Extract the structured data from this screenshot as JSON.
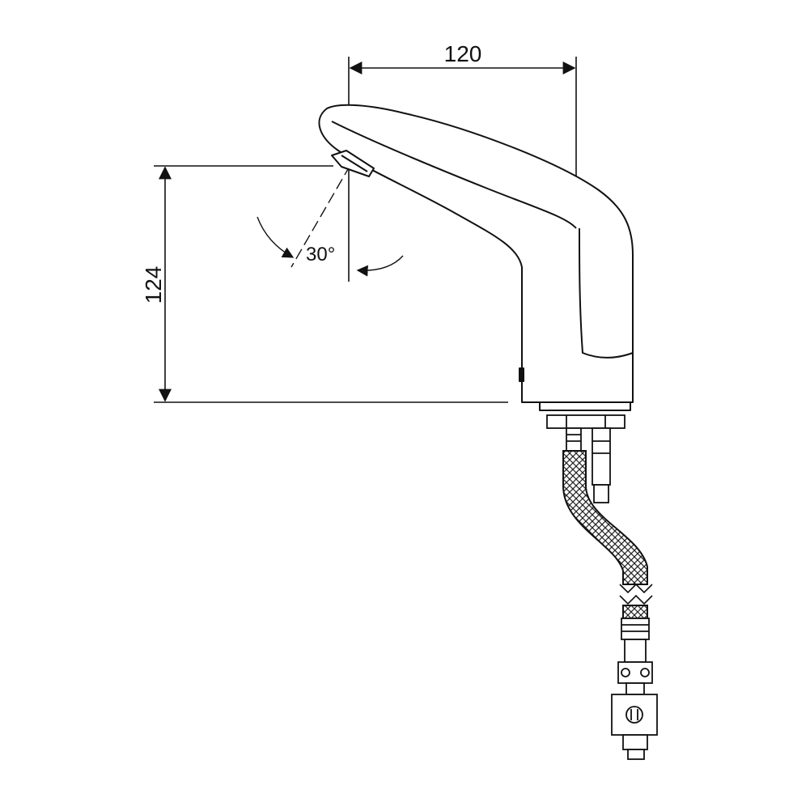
{
  "dimensions": {
    "spout_reach": "120",
    "spout_height": "124",
    "spray_angle": "30°"
  },
  "colors": {
    "line": "#111111",
    "background": "#ffffff"
  }
}
